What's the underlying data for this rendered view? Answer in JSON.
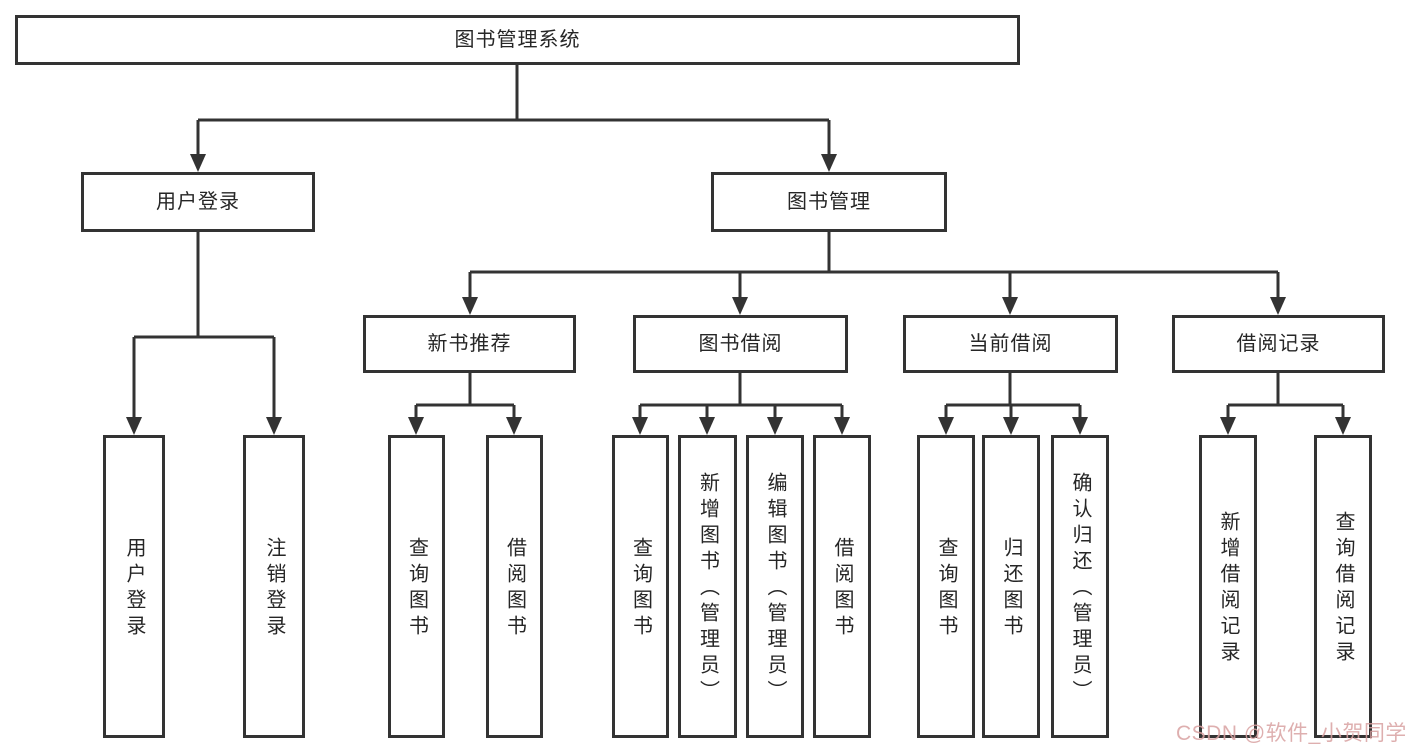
{
  "diagram": {
    "type": "tree-structure-chart",
    "title": "图书管理系统"
  },
  "colors": {
    "line": "#333333",
    "box_border": "#333333",
    "box_background": "#ffffff",
    "text": "#262626",
    "watermark": "#d9a2a2"
  },
  "nodes": {
    "root": {
      "label": "图书管理系统"
    },
    "user_login": {
      "label": "用户登录"
    },
    "book_management": {
      "label": "图书管理"
    },
    "new_book_recommend": {
      "label": "新书推荐"
    },
    "book_borrow": {
      "label": "图书借阅"
    },
    "current_borrow": {
      "label": "当前借阅"
    },
    "borrow_records": {
      "label": "借阅记录"
    }
  },
  "leaves": {
    "login": {
      "label": "用户登录"
    },
    "logout": {
      "label": "注销登录"
    },
    "recommend_query": {
      "label": "查询图书"
    },
    "recommend_borrow": {
      "label": "借阅图书"
    },
    "borrow_query": {
      "label": "查询图书"
    },
    "borrow_add": {
      "label": "新增图书（管理员）"
    },
    "borrow_edit": {
      "label": "编辑图书（管理员）"
    },
    "borrow_do": {
      "label": "借阅图书"
    },
    "current_query": {
      "label": "查询图书"
    },
    "current_return": {
      "label": "归还图书"
    },
    "current_confirm": {
      "label": "确认归还（管理员）"
    },
    "records_add": {
      "label": "新增借阅记录"
    },
    "records_query": {
      "label": "查询借阅记录"
    }
  },
  "watermark": {
    "text": "CSDN @软件_小贺同学",
    "color": "#d9a2a2"
  }
}
